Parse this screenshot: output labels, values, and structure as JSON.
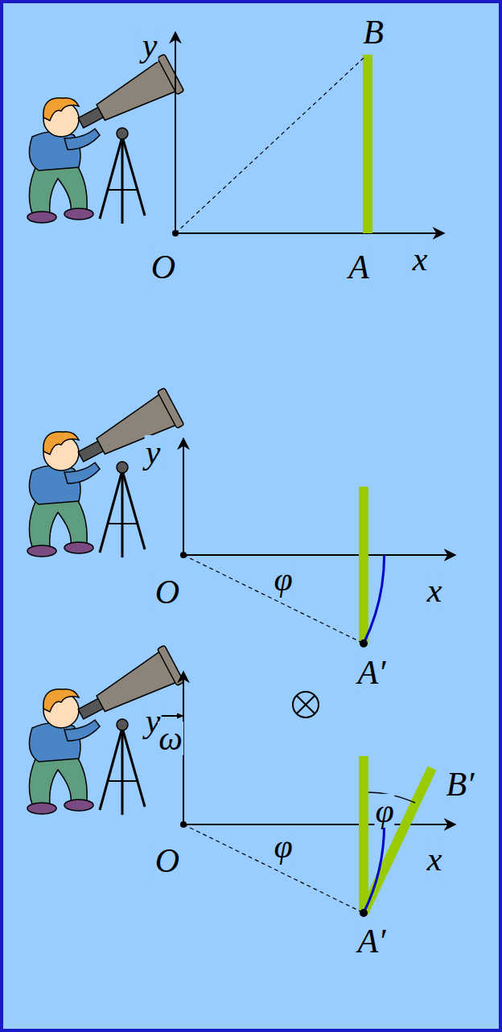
{
  "diagram": {
    "labels": [
      "y",
      "B",
      "O",
      "A",
      "x",
      "y",
      "O",
      "φ",
      "x",
      "A′",
      "y",
      "ω",
      "B′",
      "φ",
      "O",
      "φ",
      "x",
      "A′"
    ]
  }
}
